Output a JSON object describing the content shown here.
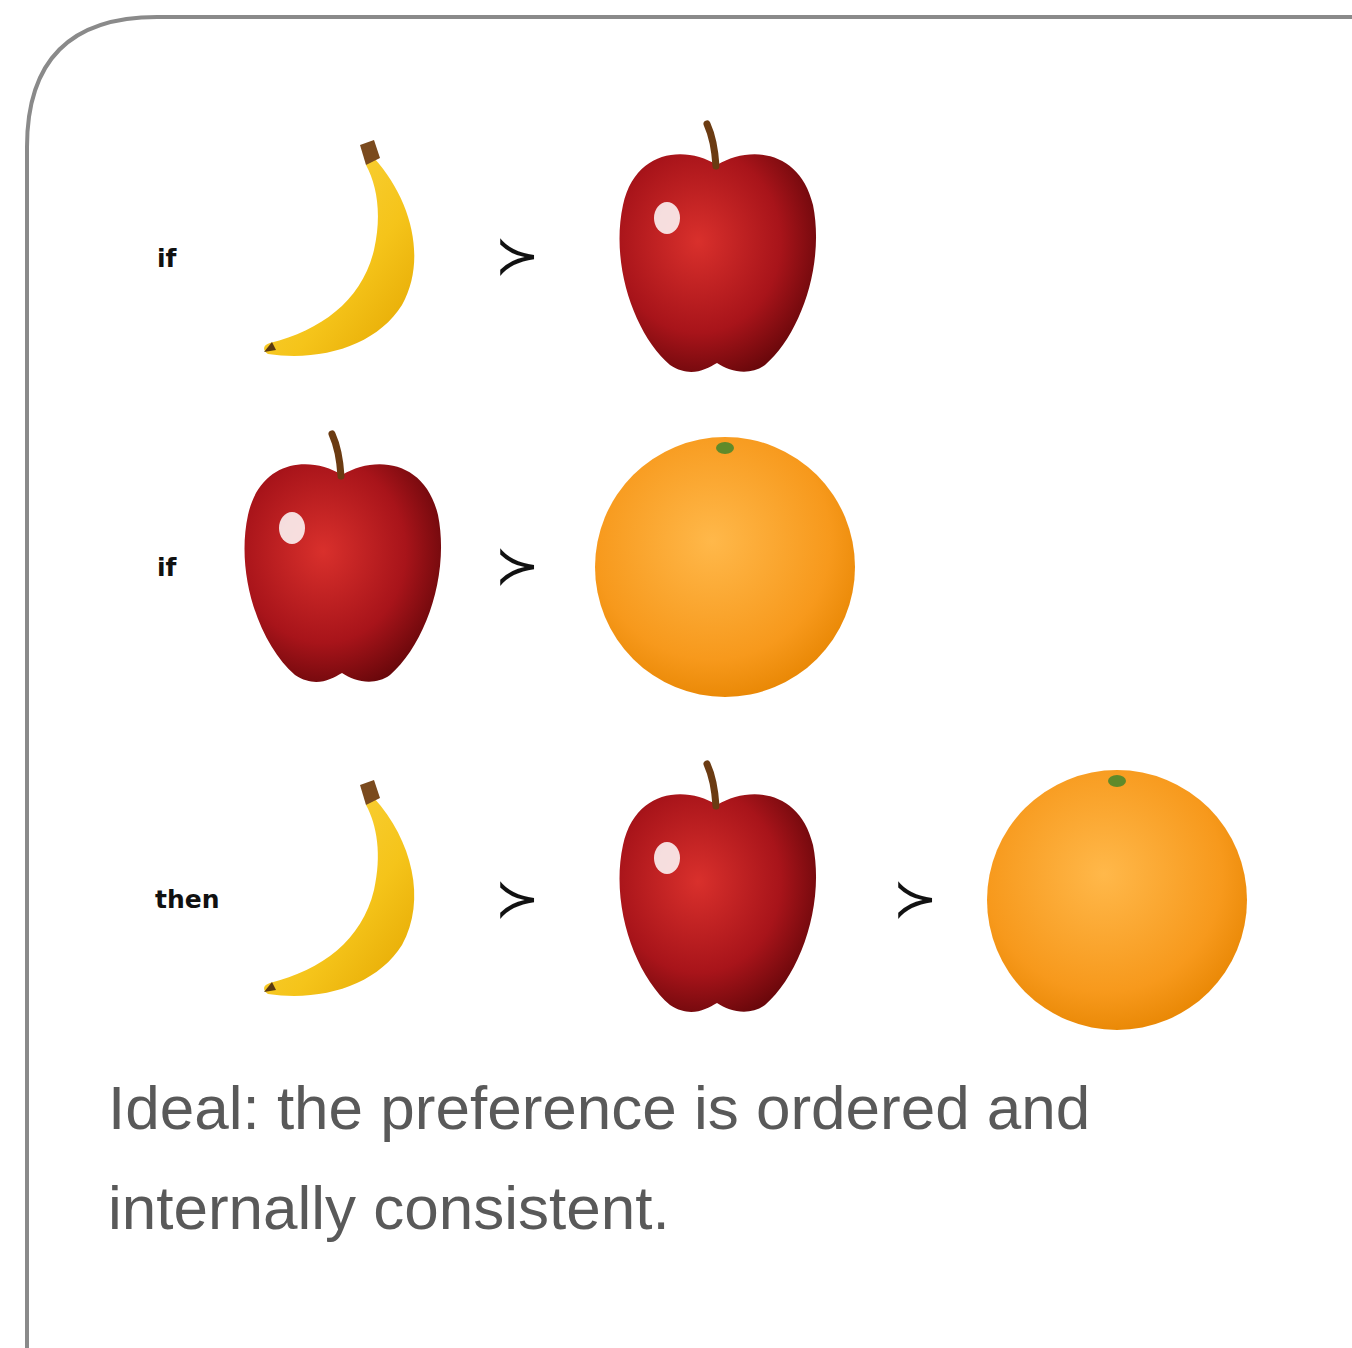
{
  "diagram": {
    "caption": "Ideal: the preference is ordered and internally consistent.",
    "labels": [
      "if",
      "≻",
      "if",
      "≻",
      "then",
      "≻",
      "≻"
    ]
  }
}
